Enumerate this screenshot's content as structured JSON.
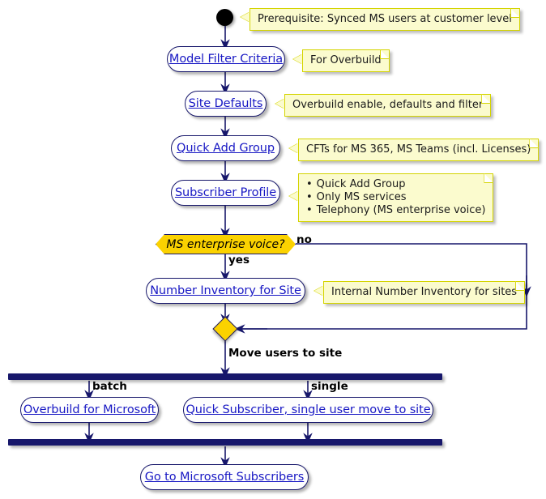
{
  "diagram": {
    "type": "activity-flowchart",
    "title": "Microsoft Overbuild activity flow"
  },
  "colors": {
    "node_border": "#17176B",
    "node_fill": "#FEFEFE",
    "link_text": "#1818C4",
    "decision_fill": "#FBD200",
    "note_fill": "#FBFBCE",
    "note_border": "#D4D400",
    "bar_fill": "#17176B",
    "start_fill": "#000000"
  },
  "nodes": {
    "start": {
      "name": "start-node"
    },
    "model_filter_criteria": {
      "label": "Model Filter Criteria"
    },
    "site_defaults": {
      "label": "Site Defaults"
    },
    "quick_add_group": {
      "label": "Quick Add Group"
    },
    "subscriber_profile": {
      "label": "Subscriber Profile"
    },
    "decision_voice": {
      "label": "MS enterprise voice?"
    },
    "number_inventory": {
      "label": "Number Inventory for Site"
    },
    "merge": {
      "name": "merge-diamond"
    },
    "fork_bar": {
      "name": "fork-bar"
    },
    "overbuild_for_microsoft": {
      "label": "Overbuild for Microsoft"
    },
    "quick_subscriber": {
      "label": "Quick Subscriber, single user move to site"
    },
    "join_bar": {
      "name": "join-bar"
    },
    "go_to_subscribers": {
      "label": "Go to Microsoft Subscribers"
    }
  },
  "notes": {
    "prerequisite": {
      "text": "Prerequisite: Synced MS users at customer level"
    },
    "for_overbuild": {
      "text": "For Overbuild"
    },
    "overbuild_enable": {
      "text": "Overbuild enable, defaults and filter"
    },
    "cfts": {
      "text": "CFTs for MS 365, MS Teams (incl. Licenses)"
    },
    "subscriber_profile_note": {
      "bullets": [
        "Quick Add Group",
        "Only MS services",
        "Telephony (MS enterprise voice)"
      ]
    },
    "internal_number_inventory": {
      "text": "Internal Number Inventory for sites"
    }
  },
  "edge_labels": {
    "no": "no",
    "yes": "yes",
    "move_users_to_site": "Move users to site",
    "batch": "batch",
    "single": "single"
  }
}
